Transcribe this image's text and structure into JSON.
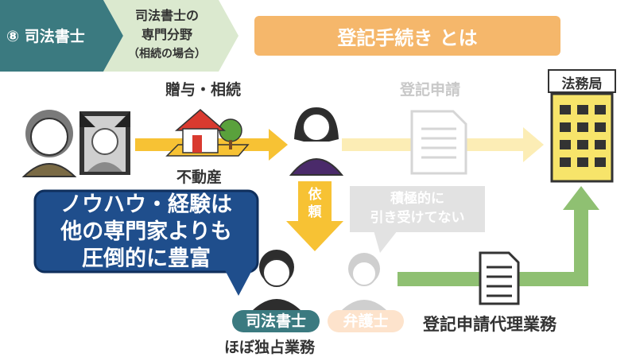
{
  "header": {
    "section_label": "⑧ 司法書士",
    "field_line1": "司法書士の",
    "field_line2": "専門分野",
    "field_line3": "（相続の場合）",
    "title": "登記手続き とは"
  },
  "diagram": {
    "gift_inheritance": "贈与・相続",
    "real_estate": "不動産",
    "registration_application": "登記申請",
    "legal_affairs_bureau": "法務局",
    "request_char1": "依",
    "request_char2": "頼",
    "bubble_line1": "ノウハウ・経験は",
    "bubble_line2": "他の専門家よりも",
    "bubble_line3": "圧倒的に豊富",
    "gray_note_line1": "積極的に",
    "gray_note_line2": "引き受けてない",
    "badge_shiho": "司法書士",
    "badge_bengo": "弁護士",
    "near_monopoly": "ほぼ独占業務",
    "agency_service": "登記申請代理業務"
  },
  "colors": {
    "teal": "#3b7a80",
    "light_green": "#dbe9cf",
    "orange": "#f5b76b",
    "yellow": "#f7c234",
    "pale_yellow": "#fcedb5",
    "navy": "#1f4e8c",
    "green": "#8fc072",
    "gray": "#e2e2e2",
    "peach": "#fde3cc"
  }
}
